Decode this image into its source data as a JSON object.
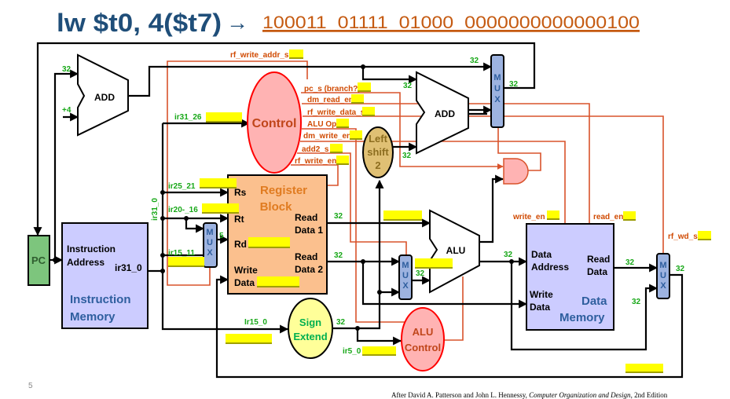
{
  "title": {
    "instruction": "lw $t0, 4($t7)",
    "arrow": "→",
    "encoding": "100011  01111  01000  0000000000000100"
  },
  "blocks": {
    "pc": "PC",
    "add_pc": "ADD",
    "plus4": "+4",
    "add_branch": "ADD",
    "alu": "ALU",
    "control": "Control",
    "left_shift": [
      "Left",
      "shift",
      "2"
    ],
    "mux": [
      "M",
      "U",
      "X"
    ],
    "register_block": [
      "Register",
      "Block"
    ],
    "rs": "Rs",
    "rt": "Rt",
    "rd": "Rd",
    "reg_write_data": [
      "Write",
      "Data"
    ],
    "read_data_1": [
      "Read",
      "Data 1"
    ],
    "read_data_2": [
      "Read",
      "Data 2"
    ],
    "instruction_memory": {
      "port": [
        "Instruction",
        "Address"
      ],
      "output": "ir31_0",
      "name": [
        "Instruction",
        "Memory"
      ]
    },
    "sign_extend": [
      "Sign",
      "Extend"
    ],
    "alu_control": [
      "ALU",
      "Control"
    ],
    "data_memory": {
      "address": [
        "Data",
        "Address"
      ],
      "read": [
        "Read",
        "Data"
      ],
      "write": [
        "Write",
        "Data"
      ],
      "name": [
        "Data",
        "Memory"
      ]
    }
  },
  "control_signals": {
    "rf_write_addr_s": "rf_write_addr_s",
    "pc_s": "pc_s (branch?)",
    "dm_read_en": "dm_read_en",
    "rf_write_data_s": "rf_write_data_s",
    "alu_op": "ALU Op.",
    "dm_write_en": "dm_write_en",
    "add2_s": "add2_s",
    "rf_write_en": "rf_write_en",
    "write_en": "write_en",
    "read_en": "read_en",
    "rf_wd_s": "rf_wd_s"
  },
  "instruction_fields": {
    "ir31_26": "ir31_26",
    "ir25_21": "ir25_21",
    "ir20_16": "ir20-_16",
    "ir15_11": "ir15_11",
    "ir31_0": "ir31_0",
    "ir15_0": "Ir15_0",
    "ir5_0": "ir5_0"
  },
  "bus_width": {
    "w32": "32",
    "w5": "5"
  },
  "footer": {
    "page_number": "5",
    "credit_prefix": "After David A. Patterson and John L. Hennessy, ",
    "credit_book": "Computer Organization and Design",
    "credit_suffix": ", 2nd Edition"
  },
  "colors": {
    "title": "#1f4e79",
    "encoding": "#c55a11",
    "control_line": "#d9532b",
    "bus_label": "#18a818",
    "blank_highlight": "#ffff00",
    "pc": "#7dc57d",
    "memory": "#ccccff",
    "register_block": "#fbc08e",
    "control": "#ffb3b3",
    "sign_extend": "#ffff99",
    "left_shift": "#e0c074",
    "mux": "#9db3e0"
  }
}
